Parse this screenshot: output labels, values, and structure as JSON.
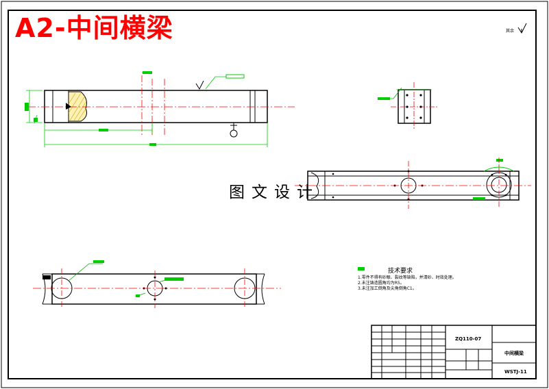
{
  "title": "A2-中间横梁",
  "watermark": "图文设计",
  "tech_requirements": {
    "heading": "技术要求",
    "notes": [
      "1.零件不得有砂眼、裂纹等缺陷，并清砂、时效处理。",
      "2.未注铸造圆角均为R5。",
      "3.未注加工倒角及尖角倒角C1。"
    ]
  },
  "roughness_note": "其余",
  "title_block": {
    "drawing_code": "ZQ110-07",
    "part_name": "中间横梁",
    "drawing_number": "WSTJ-11"
  },
  "colors": {
    "border": "#000000",
    "centerline": "#ff0000",
    "dimension": "#00cc00",
    "leader": "#00aa00",
    "hatch_fill": "#fff0b3",
    "title": "#ff0000"
  }
}
